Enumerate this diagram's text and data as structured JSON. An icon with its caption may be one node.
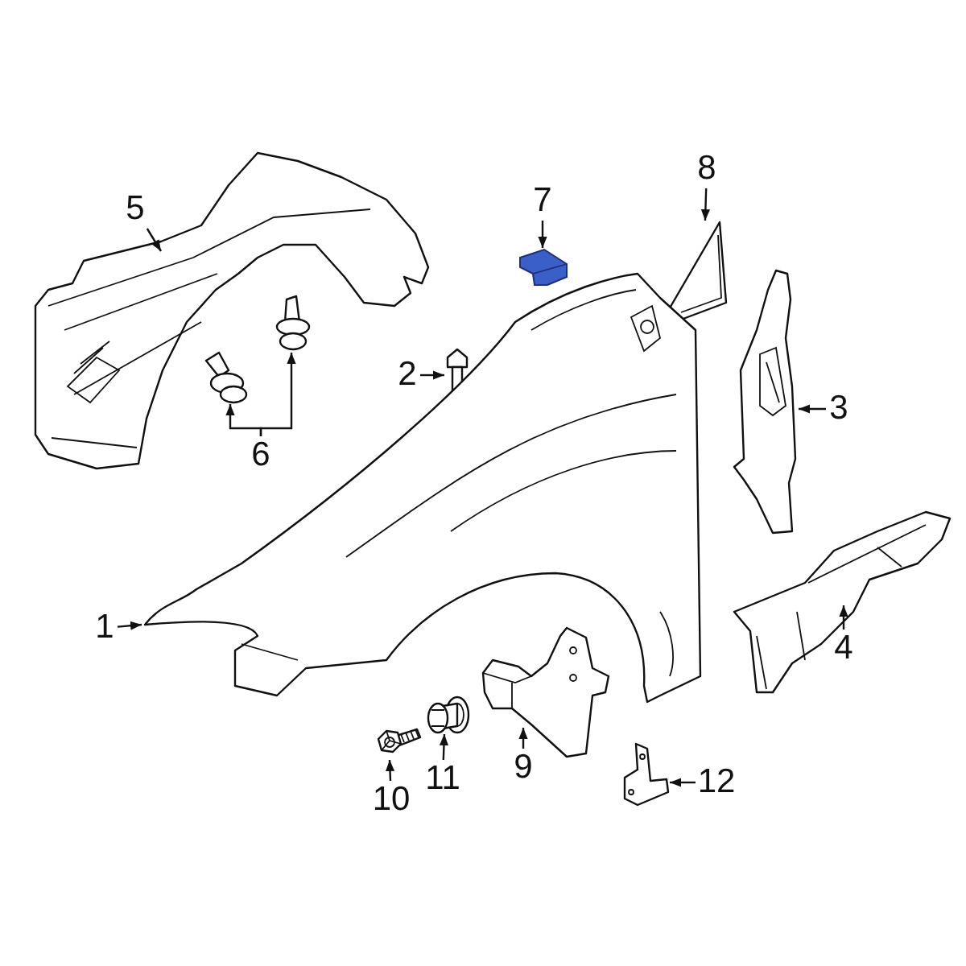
{
  "diagram": {
    "nodes": [
      {
        "text": [
          "5"
        ]
      },
      {
        "text": [],
        "shape": "picture"
      },
      {
        "text": [
          "7"
        ]
      },
      {
        "text": [],
        "shape": "picture"
      },
      {
        "text": [
          "8"
        ]
      },
      {
        "text": [],
        "shape": "picture"
      },
      {
        "text": [
          "2"
        ]
      },
      {
        "text": [],
        "shape": "picture"
      },
      {
        "text": [
          "3"
        ]
      },
      {
        "text": [],
        "shape": "picture"
      },
      {
        "text": [
          "6"
        ]
      },
      {
        "text": [],
        "shape": "picture"
      },
      {
        "text": [],
        "shape": "picture"
      },
      {
        "text": [
          "1"
        ]
      },
      {
        "text": [],
        "shape": "picture"
      },
      {
        "text": [
          "4"
        ]
      },
      {
        "text": [],
        "shape": "picture"
      },
      {
        "text": [
          "9"
        ]
      },
      {
        "text": [],
        "shape": "picture"
      },
      {
        "text": [
          "10"
        ]
      },
      {
        "text": [],
        "shape": "picture"
      },
      {
        "text": [
          "11"
        ]
      },
      {
        "text": [],
        "shape": "picture"
      },
      {
        "text": [
          "12"
        ]
      },
      {
        "text": [],
        "shape": "picture"
      }
    ],
    "edges": [
      {
        "from": 0,
        "to": 1,
        "arrow": "to"
      },
      {
        "from": 2,
        "to": 3,
        "arrow": "to"
      },
      {
        "from": 4,
        "to": 5,
        "arrow": "to"
      },
      {
        "from": 6,
        "to": 7,
        "arrow": "to"
      },
      {
        "from": 8,
        "to": 9,
        "arrow": "to"
      },
      {
        "from": 10,
        "to": 11,
        "arrow": "to"
      },
      {
        "from": 10,
        "to": 12,
        "arrow": "to"
      },
      {
        "from": 13,
        "to": 14,
        "arrow": "to"
      },
      {
        "from": 15,
        "to": 16,
        "arrow": "to"
      },
      {
        "from": 17,
        "to": 18,
        "arrow": "to"
      },
      {
        "from": 19,
        "to": 20,
        "arrow": "to"
      },
      {
        "from": 21,
        "to": 22,
        "arrow": "to"
      },
      {
        "from": 23,
        "to": 24,
        "arrow": "to"
      }
    ]
  }
}
